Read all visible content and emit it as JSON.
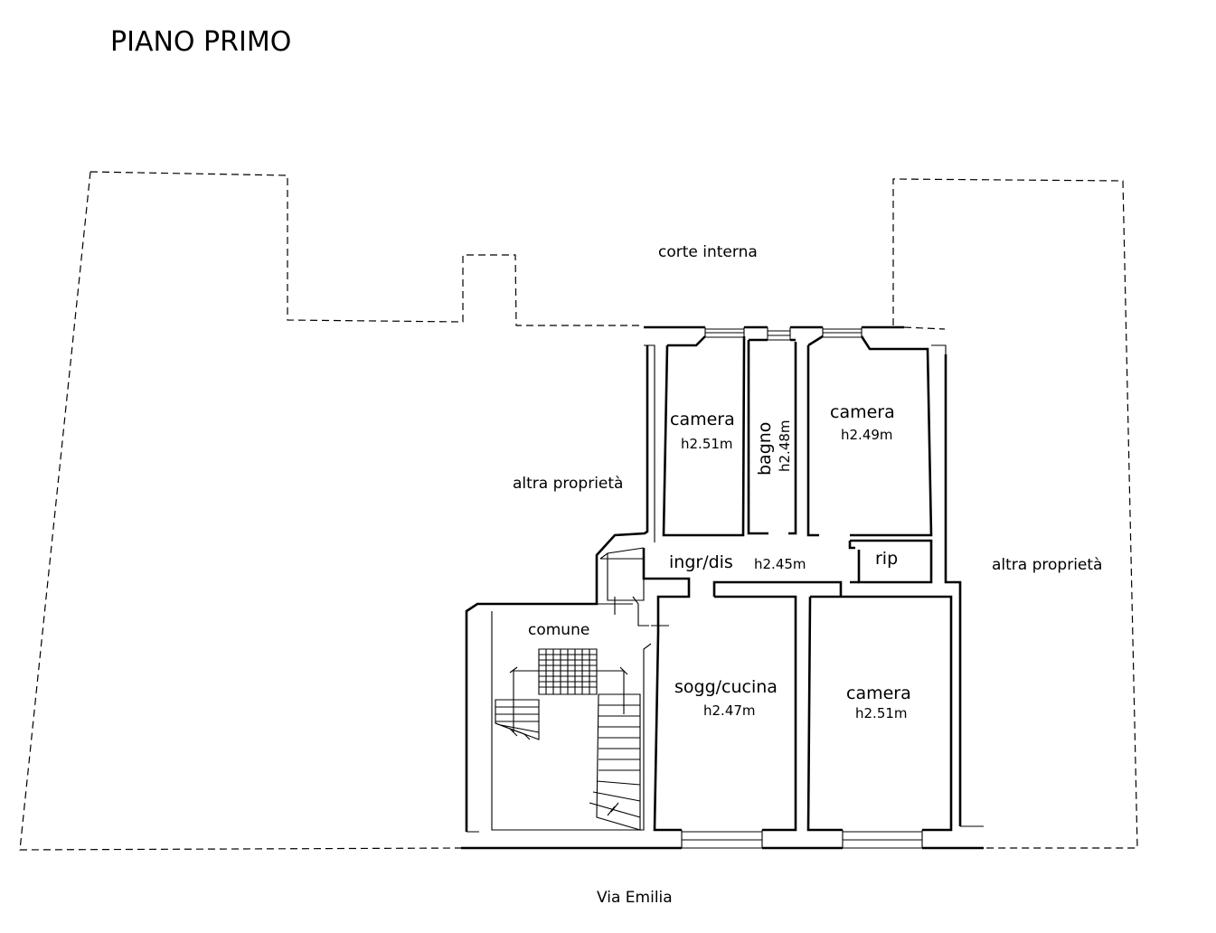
{
  "title": "PIANO PRIMO",
  "labels": {
    "courtyard": "corte interna",
    "other_property_left": "altra proprietà",
    "other_property_right": "altra proprietà",
    "common": "comune",
    "street": "Via Emilia"
  },
  "rooms": [
    {
      "name": "camera",
      "height": "h2.51m"
    },
    {
      "name": "bagno",
      "height": "h2.48m"
    },
    {
      "name": "camera",
      "height": "h2.49m"
    },
    {
      "name": "ingr/dis",
      "height": "h2.45m"
    },
    {
      "name": "rip",
      "height": ""
    },
    {
      "name": "sogg/cucina",
      "height": "h2.47m"
    },
    {
      "name": "camera",
      "height": "h2.51m"
    }
  ]
}
